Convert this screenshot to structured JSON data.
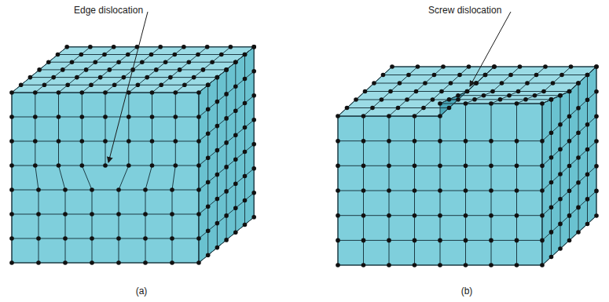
{
  "diagram": {
    "labels": [
      "Edge dislocation",
      "Screw dislocation",
      "(a)",
      "(b)"
    ]
  }
}
